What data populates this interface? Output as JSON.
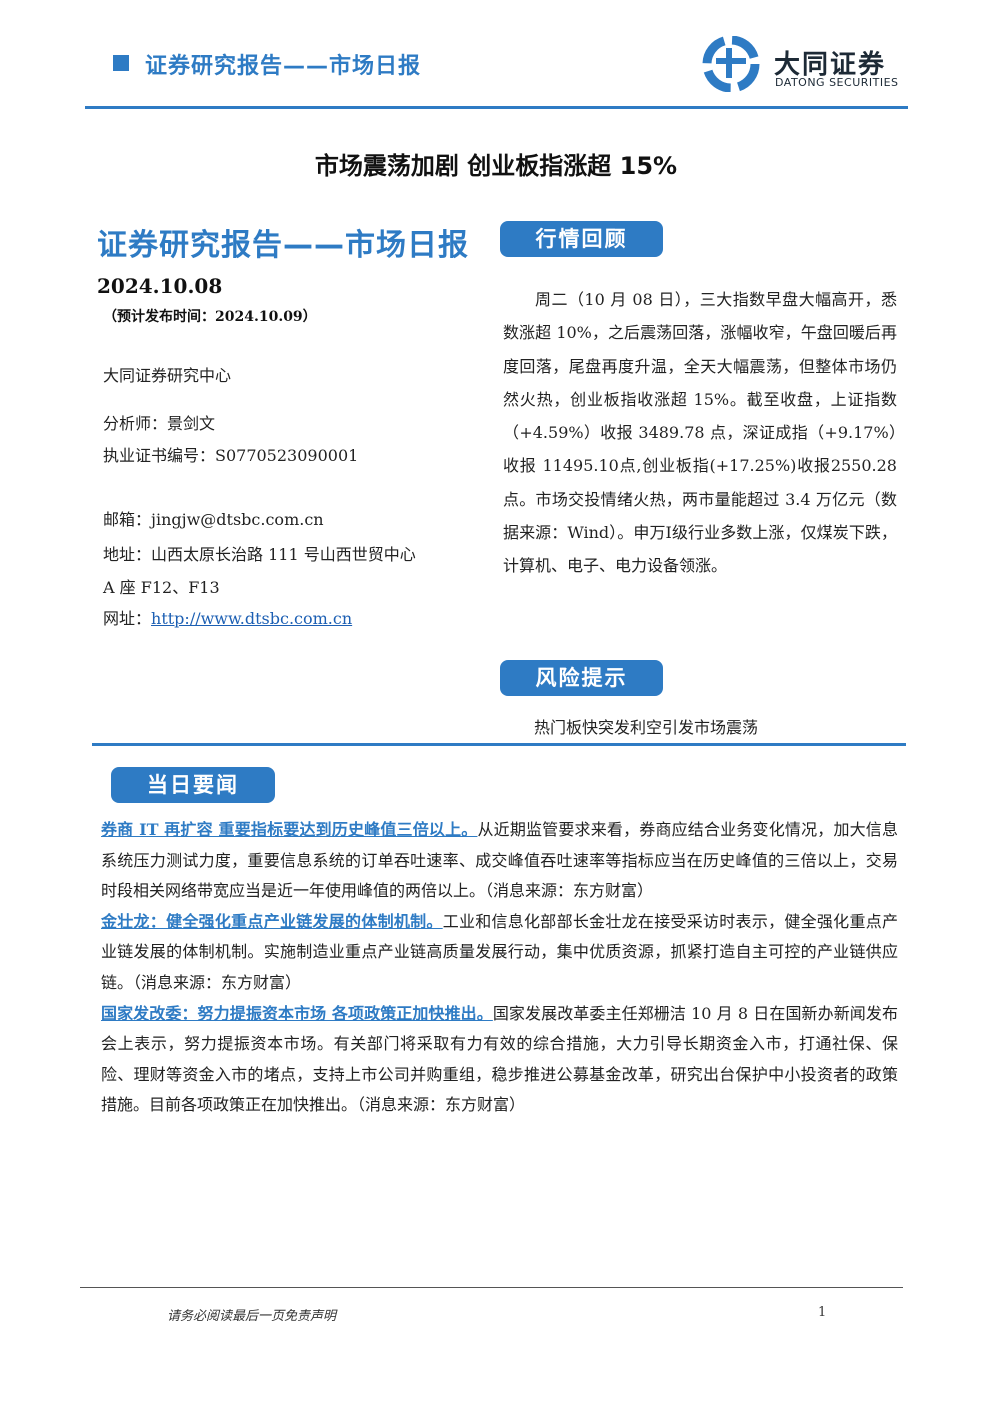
{
  "header": {
    "report_type": "证券研究报告——市场日报",
    "logo_cn": "大同证券",
    "logo_en": "DATONG SECURITIES",
    "brand_color": "#2e7bc4"
  },
  "doc_title": "市场震荡加剧 创业板指涨超 15%",
  "left": {
    "big_title": "证券研究报告——市场日报",
    "date": "2024.10.08",
    "publish_time": "（预计发布时间：2024.10.09）",
    "org": "大同证券研究中心",
    "analyst": "分析师：景剑文",
    "cert": "执业证书编号：S0770523090001",
    "email_label": "邮箱：",
    "email": "jingjw@dtsbc.com.cn",
    "address_line1": "地址：山西太原长治路 111 号山西世贸中心",
    "address_line2": "A 座 F12、F13",
    "url_label": "网址：",
    "url": "http://www.dtsbc.com.cn"
  },
  "review": {
    "badge": "行情回顾",
    "text": "周二（10 月 08 日），三大指数早盘大幅高开，悉数涨超 10%，之后震荡回落，涨幅收窄，午盘回暖后再度回落，尾盘再度升温，全天大幅震荡，但整体市场仍然火热，创业板指收涨超 15%。截至收盘，上证指数（+4.59%）收报 3489.78 点，深证成指（+9.17%）收报 11495.10点,创业板指(+17.25%)收报2550.28点。市场交投情绪火热，两市量能超过 3.4 万亿元（数据来源：Wind）。申万Ⅰ级行业多数上涨，仅煤炭下跌，计算机、电子、电力设备领涨。"
  },
  "risk": {
    "badge": "风险提示",
    "text": "热门板快突发利空引发市场震荡"
  },
  "news": {
    "badge": "当日要闻",
    "items": [
      {
        "headline": "券商 IT 再扩容 重要指标要达到历史峰值三倍以上。",
        "body": "从近期监管要求来看，券商应结合业务变化情况，加大信息系统压力测试力度，重要信息系统的订单吞吐速率、成交峰值吞吐速率等指标应当在历史峰值的三倍以上，交易时段相关网络带宽应当是近一年使用峰值的两倍以上。（消息来源：东方财富）"
      },
      {
        "headline": "金壮龙：健全强化重点产业链发展的体制机制。",
        "body": "工业和信息化部部长金壮龙在接受采访时表示，健全强化重点产业链发展的体制机制。实施制造业重点产业链高质量发展行动，集中优质资源，抓紧打造自主可控的产业链供应链。（消息来源：东方财富）"
      },
      {
        "headline": "国家发改委：努力提振资本市场 各项政策正加快推出。",
        "body": "国家发展改革委主任郑栅洁 10 月 8 日在国新办新闻发布会上表示，努力提振资本市场。有关部门将采取有力有效的综合措施，大力引导长期资金入市，打通社保、保险、理财等资金入市的堵点，支持上市公司并购重组，稳步推进公募基金改革，研究出台保护中小投资者的政策措施。目前各项政策正在加快推出。（消息来源：东方财富）"
      }
    ]
  },
  "footer": {
    "disclaimer": "请务必阅读最后一页免责声明",
    "page": "1"
  }
}
